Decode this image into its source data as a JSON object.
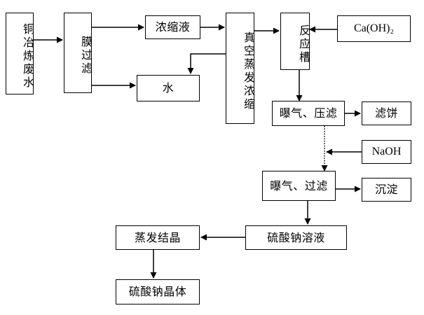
{
  "diagram": {
    "nodes": {
      "wastewater": "铜冶炼废水",
      "membrane_filtration": "膜过滤",
      "concentrate": "浓缩液",
      "water": "水",
      "vacuum_evaporation": "真空蒸发浓缩",
      "reaction_tank": "反应槽",
      "caoh2": "Ca(OH)₂",
      "aeration_press": "曝气、压滤",
      "filter_cake": "滤饼",
      "naoh": "NaOH",
      "aeration_filter": "曝气、过滤",
      "precipitate": "沉淀",
      "sodium_sulfate_solution": "硫酸钠溶液",
      "evaporation_crystallization": "蒸发结晶",
      "sodium_sulfate_crystal": "硫酸钠晶体"
    }
  }
}
